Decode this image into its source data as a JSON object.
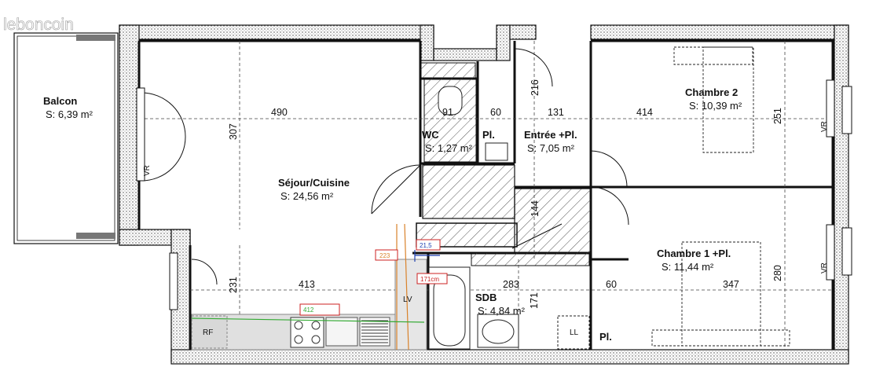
{
  "watermark": "leboncoin",
  "colors": {
    "wall": "#1a1a1a",
    "hatch": "#555555",
    "red": "#cc2222",
    "blue": "#1c3fb0",
    "green": "#33aa33",
    "orange": "#d9822b"
  },
  "rooms": {
    "balcon": {
      "name": "Balcon",
      "area": "S: 6,39 m²"
    },
    "sejour": {
      "name": "Séjour/Cuisine",
      "area": "S: 24,56 m²"
    },
    "wc": {
      "name": "WC",
      "area": "S: 1,27 m²"
    },
    "entree": {
      "name": "Entrée +Pl.",
      "area": "S: 7,05 m²"
    },
    "chambre2": {
      "name": "Chambre 2",
      "area": "S: 10,39 m²"
    },
    "chambre1": {
      "name": "Chambre 1 +Pl.",
      "area": "S: 11,44 m²"
    },
    "sdb": {
      "name": "SDB",
      "area": "S: 4,84 m²"
    }
  },
  "dimensions": {
    "d490": "490",
    "d91": "91",
    "d60_top": "60",
    "d131": "131",
    "d414": "414",
    "d307": "307",
    "d216": "216",
    "d251": "251",
    "d144": "144",
    "d413": "413",
    "d231": "231",
    "d283": "283",
    "d171": "171",
    "d60_bottom": "60",
    "d347": "347",
    "d280": "280"
  },
  "labels": {
    "pl_top": "Pl.",
    "pl_bottom": "Pl.",
    "lv": "LV",
    "ll": "LL",
    "rf": "RF",
    "vr": "VR"
  },
  "tags": {
    "t223": "223",
    "t21_5": "21,5",
    "t171cm": "171cm",
    "t412": "412"
  }
}
